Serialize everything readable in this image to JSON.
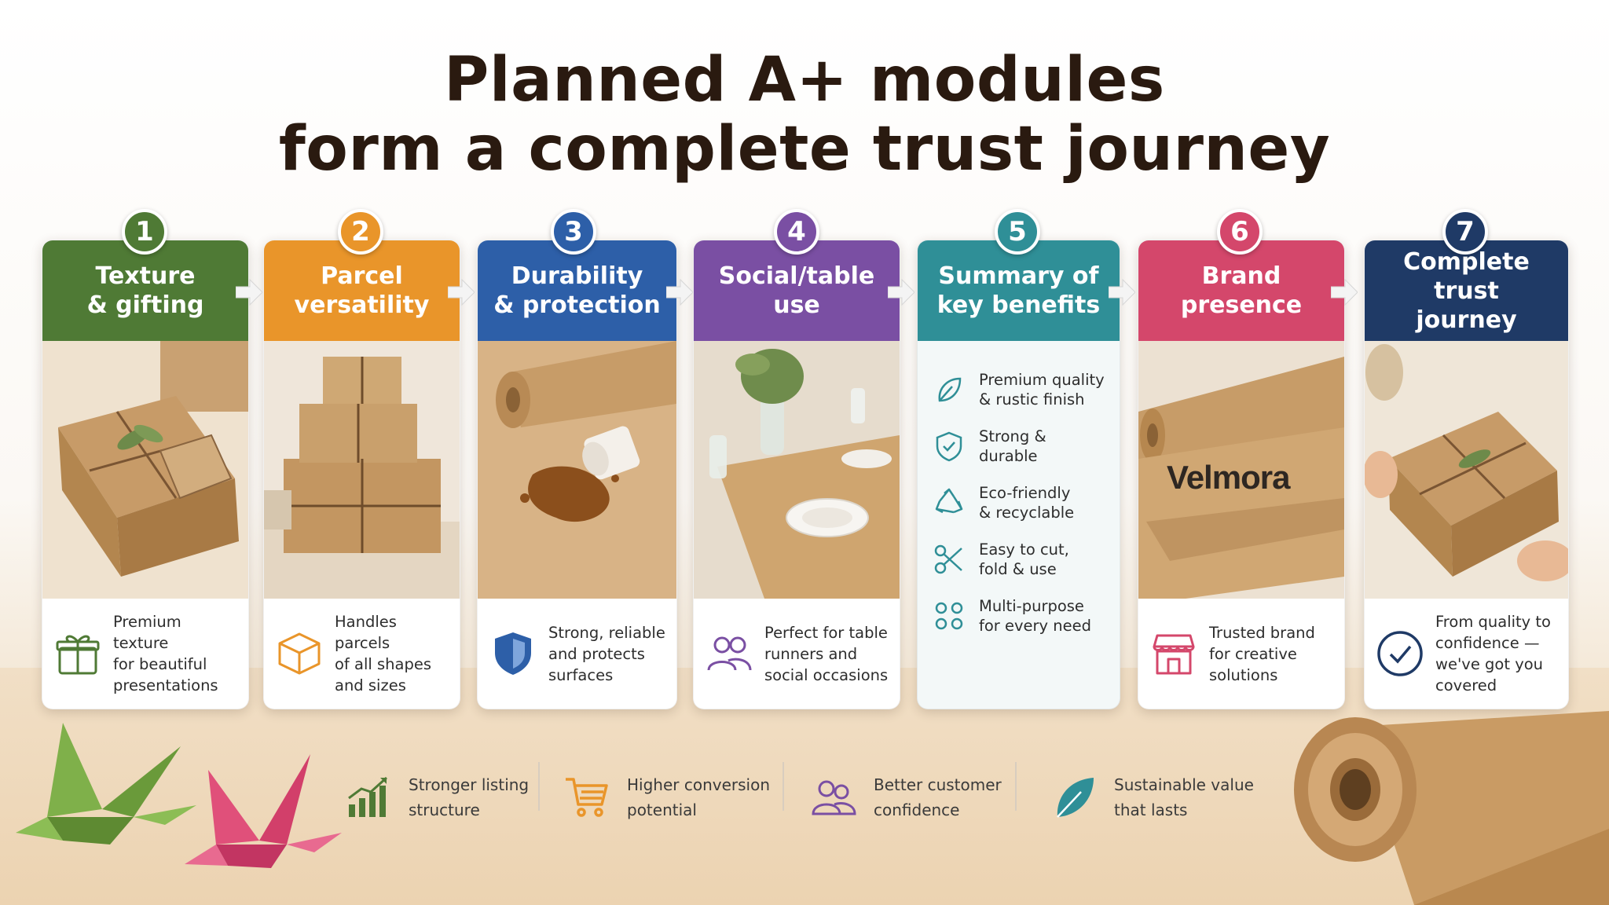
{
  "title": {
    "line1": "Planned A+ modules",
    "line2": "form a complete trust journey"
  },
  "modules": [
    {
      "number": "1",
      "head1": "Texture",
      "head2": "& gifting",
      "color": "#4f7a35",
      "caption": [
        "Premium texture",
        "for beautiful",
        "presentations"
      ],
      "icon": "gift-icon"
    },
    {
      "number": "2",
      "head1": "Parcel",
      "head2": "versatility",
      "color": "#e9952a",
      "caption": [
        "Handles parcels",
        "of all shapes",
        "and sizes"
      ],
      "icon": "box-icon"
    },
    {
      "number": "3",
      "head1": "Durability",
      "head2": "& protection",
      "color": "#2d5fa8",
      "caption": [
        "Strong, reliable",
        "and protects",
        "surfaces"
      ],
      "icon": "shield-icon"
    },
    {
      "number": "4",
      "head1": "Social/table",
      "head2": "use",
      "color": "#7a4fa3",
      "caption": [
        "Perfect for table",
        "runners and",
        "social occasions"
      ],
      "icon": "people-icon"
    },
    {
      "number": "5",
      "head1": "Summary of",
      "head2": "key benefits",
      "color": "#2f8f97",
      "summary": [
        {
          "line1": "Premium quality",
          "line2": "& rustic finish",
          "icon": "leaf-icon"
        },
        {
          "line1": "Strong &",
          "line2": "durable",
          "icon": "shield-check-icon"
        },
        {
          "line1": "Eco-friendly",
          "line2": "& recyclable",
          "icon": "recycle-icon"
        },
        {
          "line1": "Easy to cut,",
          "line2": "fold & use",
          "icon": "scissors-icon"
        },
        {
          "line1": "Multi-purpose",
          "line2": "for every need",
          "icon": "grid-icon"
        }
      ]
    },
    {
      "number": "6",
      "head1": "Brand",
      "head2": "presence",
      "color": "#d4476b",
      "caption": [
        "Trusted brand",
        "for creative",
        "solutions"
      ],
      "icon": "store-icon",
      "brand": "Velmora"
    },
    {
      "number": "7",
      "head1": "Complete trust",
      "head2": "journey",
      "color": "#1f3a66",
      "caption": [
        "From quality to",
        "confidence —",
        "we've got you",
        "covered"
      ],
      "icon": "check-circle-icon"
    }
  ],
  "benefits": [
    {
      "line1": "Stronger listing",
      "line2": "structure",
      "icon": "bar-chart-icon",
      "color": "#4f7a35"
    },
    {
      "line1": "Higher conversion",
      "line2": "potential",
      "icon": "cart-icon",
      "color": "#e9952a"
    },
    {
      "line1": "Better customer",
      "line2": "confidence",
      "icon": "people-icon",
      "color": "#7a4fa3"
    },
    {
      "line1": "Sustainable value",
      "line2": "that lasts",
      "icon": "leaf-icon",
      "color": "#2f8f97"
    }
  ]
}
